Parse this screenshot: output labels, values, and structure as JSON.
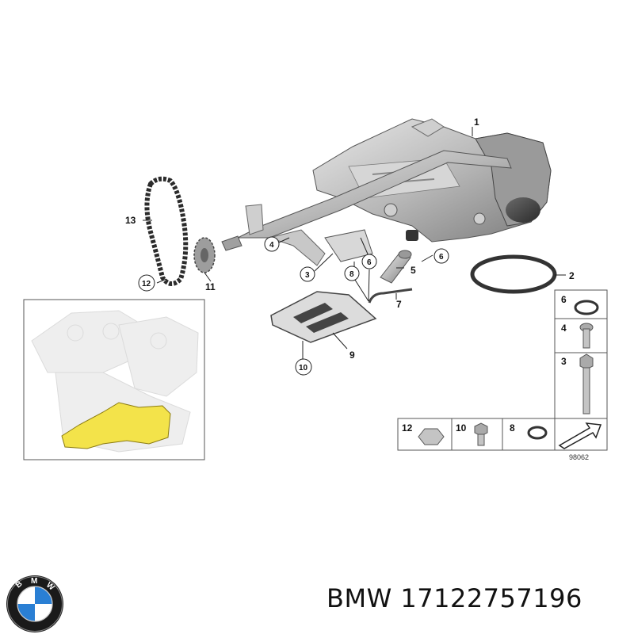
{
  "diagram": {
    "callouts": [
      "1",
      "2",
      "3",
      "4",
      "5",
      "6",
      "6",
      "7",
      "8",
      "9",
      "10",
      "11",
      "12",
      "13"
    ],
    "parts_kit": {
      "side_column": [
        "6",
        "4",
        "3"
      ],
      "bottom_row": [
        "12",
        "10",
        "8"
      ]
    },
    "reference_code": "98062"
  },
  "logo": {
    "letters": "BMW",
    "colors": {
      "ring": "#1a1a1a",
      "blue": "#2a7fd4",
      "white": "#ffffff"
    }
  },
  "caption": {
    "brand": "BMW",
    "part_number": "17122757196"
  },
  "colors": {
    "highlight": "#f3e34a",
    "line": "#222222",
    "part_gray": "#bdbdbd"
  }
}
